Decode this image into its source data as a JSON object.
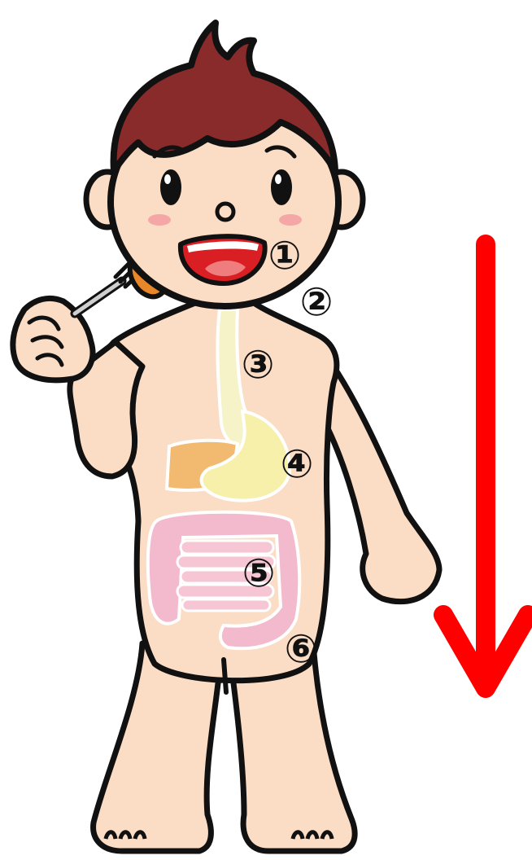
{
  "markers": [
    {
      "id": "1",
      "label": "①",
      "organ": "mouth"
    },
    {
      "id": "2",
      "label": "②",
      "organ": "throat"
    },
    {
      "id": "3",
      "label": "③",
      "organ": "esophagus"
    },
    {
      "id": "4",
      "label": "④",
      "organ": "stomach"
    },
    {
      "id": "5",
      "label": "⑤",
      "organ": "small-intestine"
    },
    {
      "id": "6",
      "label": "⑥",
      "organ": "large-intestine"
    }
  ],
  "colors": {
    "skin": "#fbdcc4",
    "hair": "#8a2b2b",
    "outline": "#111111",
    "mouth": "#d91e24",
    "tongue": "#f07d7d",
    "esophagus": "#f6f3c8",
    "stomach": "#f7f0ab",
    "liver": "#f2ba70",
    "intestine": "#f3b9cc",
    "food": "#e8862a",
    "arrow": "#ff0000",
    "cheek": "#f5a6a6"
  },
  "icons": {
    "arrow": "down-arrow-icon",
    "fork": "fork-icon"
  }
}
